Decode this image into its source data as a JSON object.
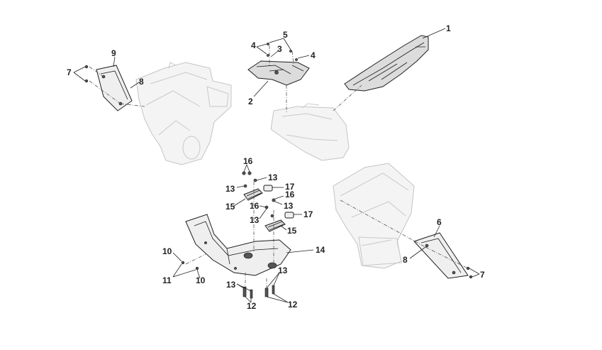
{
  "callouts": {
    "c1": "1",
    "c2": "2",
    "c3": "3",
    "c4a": "4",
    "c4b": "4",
    "c5": "5",
    "c6": "6",
    "c7a": "7",
    "c7b": "7",
    "c8a": "8",
    "c8b": "8",
    "c9": "9",
    "c10a": "10",
    "c10b": "10",
    "c11": "11",
    "c12a": "12",
    "c12b": "12",
    "c13a": "13",
    "c13b": "13",
    "c13c": "13",
    "c13d": "13",
    "c13e": "13",
    "c13f": "13",
    "c14": "14",
    "c15a": "15",
    "c15b": "15",
    "c16a": "16",
    "c16b": "16",
    "c16c": "16",
    "c17a": "17",
    "c17b": "17"
  },
  "colors": {
    "line": "#1e1e1e",
    "ghost": "#c9c9c9",
    "part_fill": "#dcdcdc"
  }
}
